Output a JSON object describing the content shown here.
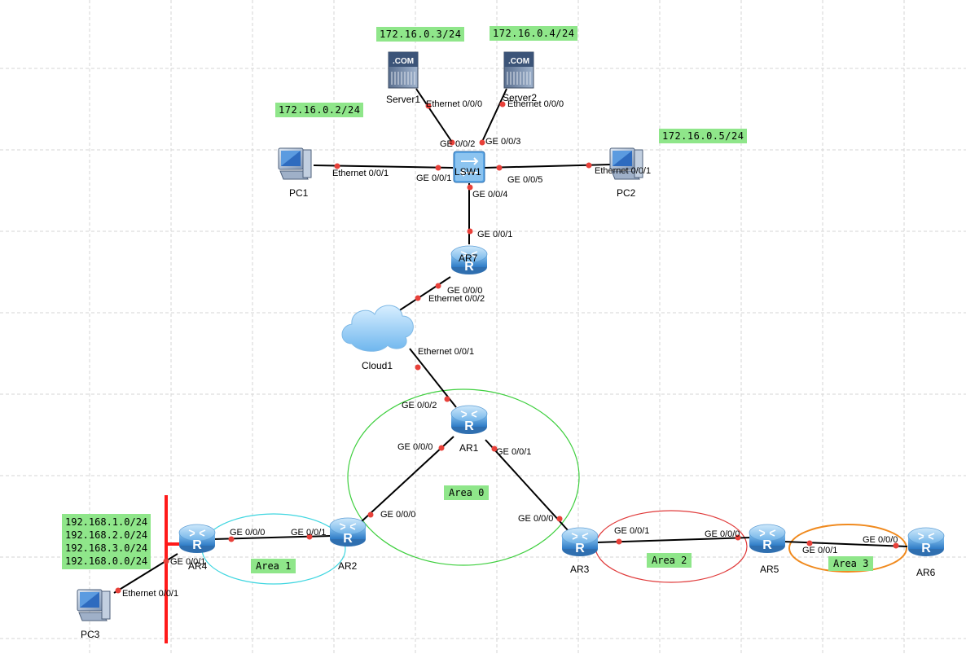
{
  "devices": {
    "server1": "Server1",
    "server2": "Server2",
    "pc1": "PC1",
    "pc2": "PC2",
    "pc3": "PC3",
    "lsw1": "LSW1",
    "ar7": "AR7",
    "cloud1": "Cloud1",
    "ar1": "AR1",
    "ar2": "AR2",
    "ar3": "AR3",
    "ar4": "AR4",
    "ar5": "AR5",
    "ar6": "AR6"
  },
  "ips": {
    "server1": "172.16.0.3/24",
    "server2": "172.16.0.4/24",
    "pc1": "172.16.0.2/24",
    "pc2": "172.16.0.5/24",
    "ar4_nets": [
      "192.168.1.0/24",
      "192.168.2.0/24",
      "192.168.3.0/24",
      "192.168.0.0/24"
    ]
  },
  "areas": {
    "area0": "Area 0",
    "area1": "Area 1",
    "area2": "Area 2",
    "area3": "Area 3"
  },
  "ports": {
    "server1_eth": "Ethernet 0/0/0",
    "server2_eth": "Ethernet 0/0/0",
    "lsw_g2": "GE 0/0/2",
    "lsw_g3": "GE 0/0/3",
    "pc1_eth": "Ethernet 0/0/1",
    "lsw_g1": "GE 0/0/1",
    "lsw_g5": "GE 0/0/5",
    "pc2_eth": "Ethernet 0/0/1",
    "lsw_g4": "GE 0/0/4",
    "ar7_g1": "GE 0/0/1",
    "ar7_g0": "GE 0/0/0",
    "cloud_e2": "Ethernet 0/0/2",
    "cloud_e1": "Ethernet 0/0/1",
    "ar1_g2": "GE 0/0/2",
    "ar1_g0": "GE 0/0/0",
    "ar1_g1": "GE 0/0/1",
    "ar2_g0_up": "GE 0/0/0",
    "ar3_g0": "GE 0/0/0",
    "ar4_g0": "GE 0/0/0",
    "ar2_g1": "GE 0/0/1",
    "ar4_g1": "GE 0/0/1",
    "pc3_eth": "Ethernet 0/0/1",
    "ar3_g1": "GE 0/0/1",
    "ar5_g0": "GE 0/0/0",
    "ar5_g1": "GE 0/0/1",
    "ar6_g0": "GE 0/0/0"
  },
  "colors": {
    "area0": "#3ecf3e",
    "area1": "#3fd6e0",
    "area2": "#e03a3a",
    "area3": "#f08a1e",
    "ip_bg": "#8fe68a",
    "router": "#3f8fd6",
    "link_dot": "#e8413a"
  },
  "icons": {
    "router": "router-icon",
    "switch": "switch-icon",
    "server": "server-icon",
    "pc": "pc-icon",
    "cloud": "cloud-icon"
  }
}
